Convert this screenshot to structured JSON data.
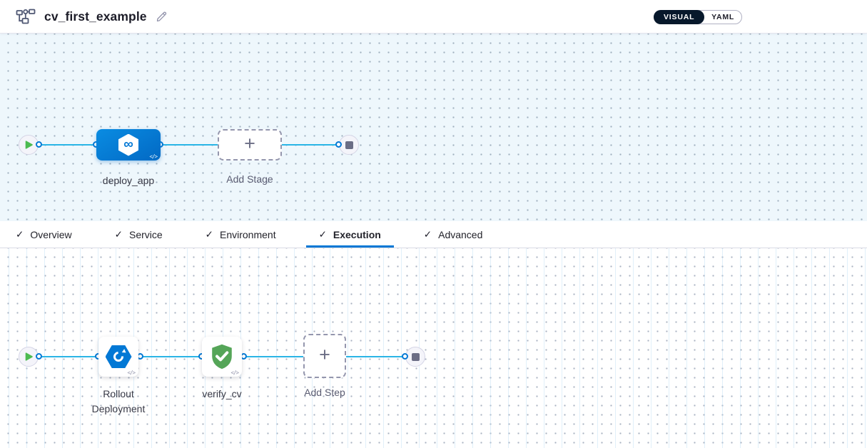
{
  "header": {
    "title": "cv_first_example",
    "view_toggle": {
      "options": [
        "VISUAL",
        "YAML"
      ],
      "selected": "VISUAL"
    }
  },
  "icons": {
    "check": "✓",
    "plus": "+",
    "infinity": "∞",
    "code": "</>"
  },
  "colors": {
    "accent_blue": "#0278d5",
    "connector_line": "#2bb5e6",
    "stage_node_blue": "#0278d5",
    "verify_green": "#55a558",
    "play_green": "#4dbb51",
    "stop_gray": "#6b6d85",
    "stage_canvas_bg": "#eef7fc",
    "toggle_dark": "#07182b"
  },
  "stage_pipeline": {
    "start": "play",
    "end": "stop",
    "stages": [
      {
        "label": "deploy_app",
        "type": "deployment-stage",
        "icon": "cd-infinity-hexagon-icon"
      },
      {
        "label": "Add Stage",
        "type": "add-placeholder",
        "icon": "plus-icon"
      }
    ]
  },
  "tabs": [
    {
      "label": "Overview",
      "active": false
    },
    {
      "label": "Service",
      "active": false
    },
    {
      "label": "Environment",
      "active": false
    },
    {
      "label": "Execution",
      "active": true
    },
    {
      "label": "Advanced",
      "active": false
    }
  ],
  "execution_pipeline": {
    "start": "play",
    "end": "stop",
    "steps": [
      {
        "label": "Rollout Deployment",
        "type": "k8s-rollout-step",
        "icon": "rollout-cycle-hexagon-icon"
      },
      {
        "label": "verify_cv",
        "type": "verify-step",
        "icon": "shield-check-icon"
      },
      {
        "label": "Add Step",
        "type": "add-placeholder",
        "icon": "plus-icon"
      }
    ]
  }
}
